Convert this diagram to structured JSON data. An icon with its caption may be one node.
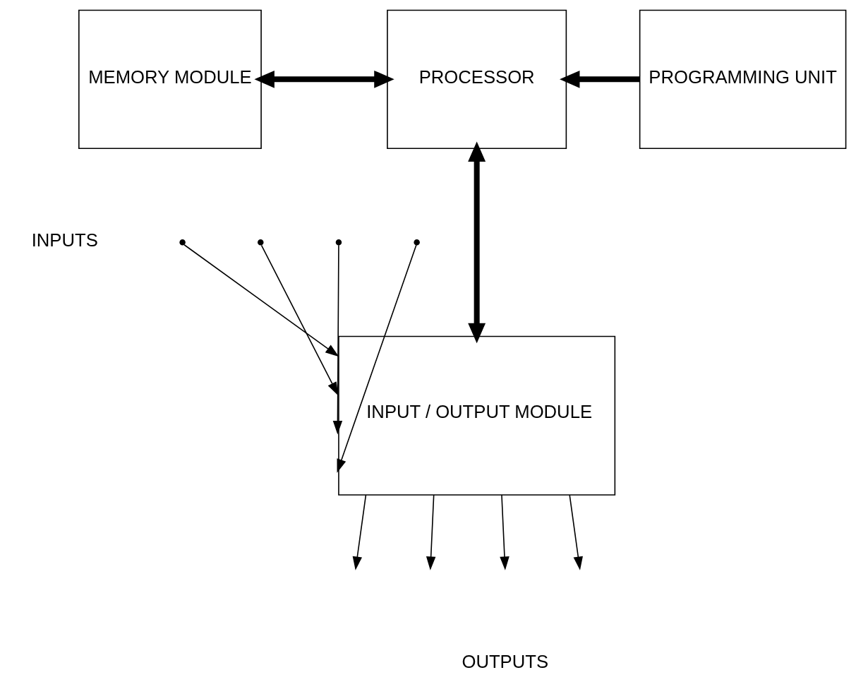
{
  "diagram": {
    "nodes": [
      {
        "text": [
          "MEMORY MODULE"
        ]
      },
      {
        "text": [
          "PROCESSOR"
        ]
      },
      {
        "text": [
          "PROGRAMMING UNIT"
        ]
      },
      {
        "text": [
          "INPUT / OUTPUT MODULE"
        ]
      }
    ],
    "edges": [
      {
        "from": 0,
        "to": 1,
        "arrow": "both",
        "style": "thick"
      },
      {
        "from": 2,
        "to": 1,
        "arrow": "to",
        "style": "thick"
      },
      {
        "from": 1,
        "to": 3,
        "arrow": "both",
        "style": "thick"
      },
      {
        "from": null,
        "to": 3,
        "arrow": "to"
      },
      {
        "from": null,
        "to": 3,
        "arrow": "to"
      },
      {
        "from": null,
        "to": 3,
        "arrow": "to"
      },
      {
        "from": null,
        "to": 3,
        "arrow": "to"
      },
      {
        "from": 3,
        "to": null,
        "arrow": "to"
      },
      {
        "from": 3,
        "to": null,
        "arrow": "to"
      },
      {
        "from": 3,
        "to": null,
        "arrow": "to"
      },
      {
        "from": 3,
        "to": null,
        "arrow": "to"
      }
    ],
    "labels": [
      "INPUTS",
      "OUTPUTS"
    ]
  }
}
